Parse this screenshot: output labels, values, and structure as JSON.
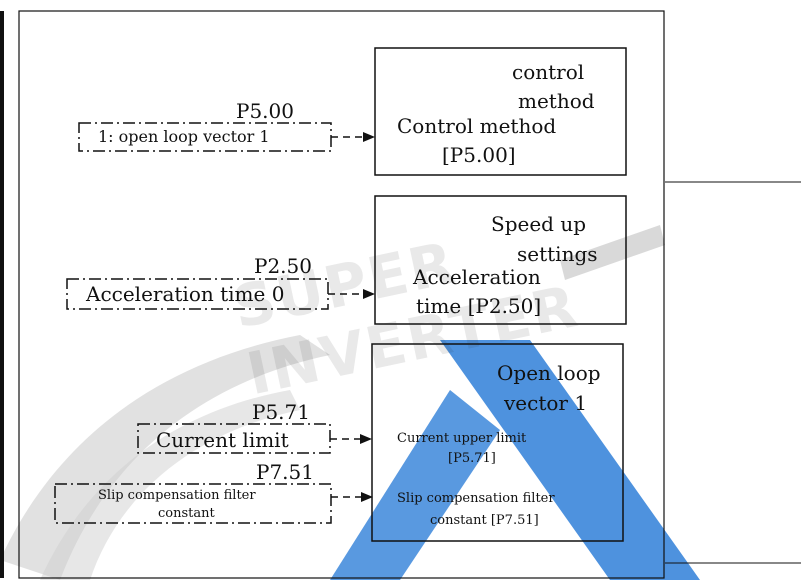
{
  "watermark": {
    "text": "SUPER INVERTER"
  },
  "colors": {
    "line": "#111111",
    "watermark_gray": "#bfbfbf",
    "watermark_blue": "#2f7fd8"
  },
  "blocks": {
    "control_method": {
      "title_line1": "control",
      "title_line2": "method",
      "body_line1": "Control method",
      "body_line2": "[P5.00]"
    },
    "speed_up": {
      "title_line1": "Speed up",
      "title_line2": "settings",
      "body_line1": "Acceleration",
      "body_line2": "time [P2.50]"
    },
    "open_loop": {
      "title_line1": "Open loop",
      "title_line2": "vector 1",
      "item1_line1": "Current upper limit",
      "item1_line2": "[P5.71]",
      "item2_line1": "Slip compensation filter",
      "item2_line2": "constant [P7.51]"
    }
  },
  "params": {
    "p500": {
      "code": "P5.00",
      "value": "1: open loop vector 1"
    },
    "p250": {
      "code": "P2.50",
      "value": "Acceleration time 0"
    },
    "p571": {
      "code": "P5.71",
      "value": "Current limit"
    },
    "p751": {
      "code": "P7.51",
      "value_line1": "Slip compensation filter",
      "value_line2": "constant"
    }
  }
}
